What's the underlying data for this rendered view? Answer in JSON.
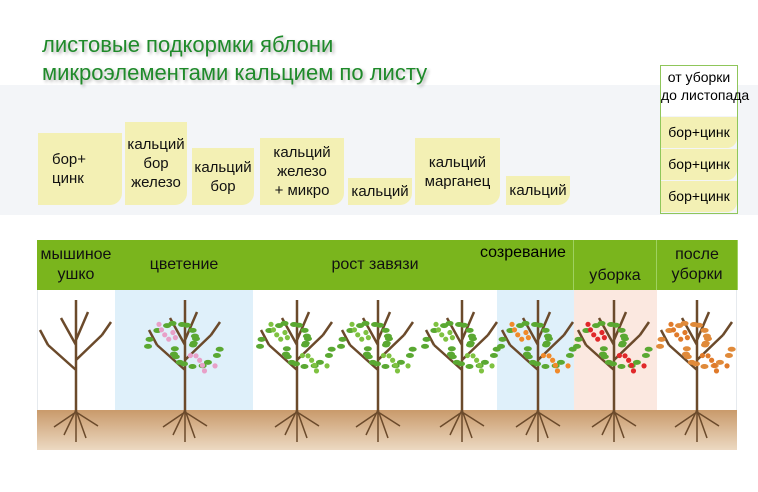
{
  "title": [
    "листовые подкормки яблони",
    "микроэлементами кальцием по листу"
  ],
  "feedings": [
    "бор+\nцинк",
    "кальций\nбор\nжелезо",
    "кальций\nбор",
    "кальций\nжелезо\n+ микро",
    "кальций",
    "кальций\nмарганец",
    "кальций"
  ],
  "after_harvest": {
    "header": "от уборки\nдо листопада",
    "items": [
      "бор+цинк",
      "бор+цинк",
      "бор+цинк"
    ]
  },
  "stages": [
    "мышиное\nушко",
    "цветение",
    "рост завязи",
    "созревание",
    "уборка",
    "после\nуборки"
  ],
  "trees": [
    {
      "fruit": "none"
    },
    {
      "fruit": "#e8a0c8"
    },
    {
      "fruit": "#7fc241"
    },
    {
      "fruit": "#7fc241"
    },
    {
      "fruit": "#7fc241"
    },
    {
      "fruit": "#f08a2a"
    },
    {
      "fruit": "#e0282a"
    },
    {
      "fruit": "#e07a2a"
    }
  ]
}
